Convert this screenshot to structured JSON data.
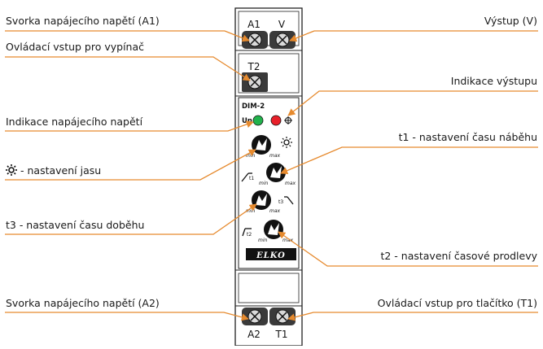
{
  "device": {
    "model": "DIM-2",
    "brand": "ELKO",
    "terminal_top_left": "A1",
    "terminal_top_right": "V",
    "terminal_mid": "T2",
    "terminal_bottom_left": "A2",
    "terminal_bottom_right": "T1",
    "led_label": "Un",
    "led_colors": {
      "power": "#22b24c",
      "output": "#e8202a"
    },
    "knob_min": "min",
    "knob_max": "max",
    "knob_t1": "t1",
    "knob_t2": "t2",
    "knob_t3": "t3"
  },
  "accent_color": "#e68a2e",
  "labels": {
    "a1": "Svorka napájecího napětí (A1)",
    "switch_input": "Ovládací vstup pro vypínač",
    "supply_indication": "Indikace napájecího napětí",
    "brightness": "- nastavení jasu",
    "t3": "t3 - nastavení času doběhu",
    "a2": "Svorka napájecího napětí (A2)",
    "output_v": "Výstup (V)",
    "output_indication": "Indikace výstupu",
    "t1": "t1 - nastavení času náběhu",
    "t2": "t2 - nastavení časové prodlevy",
    "button_input": "Ovládací vstup pro tlačítko (T1)"
  },
  "icons": {
    "brightness_label_icon": "sun-icon"
  }
}
